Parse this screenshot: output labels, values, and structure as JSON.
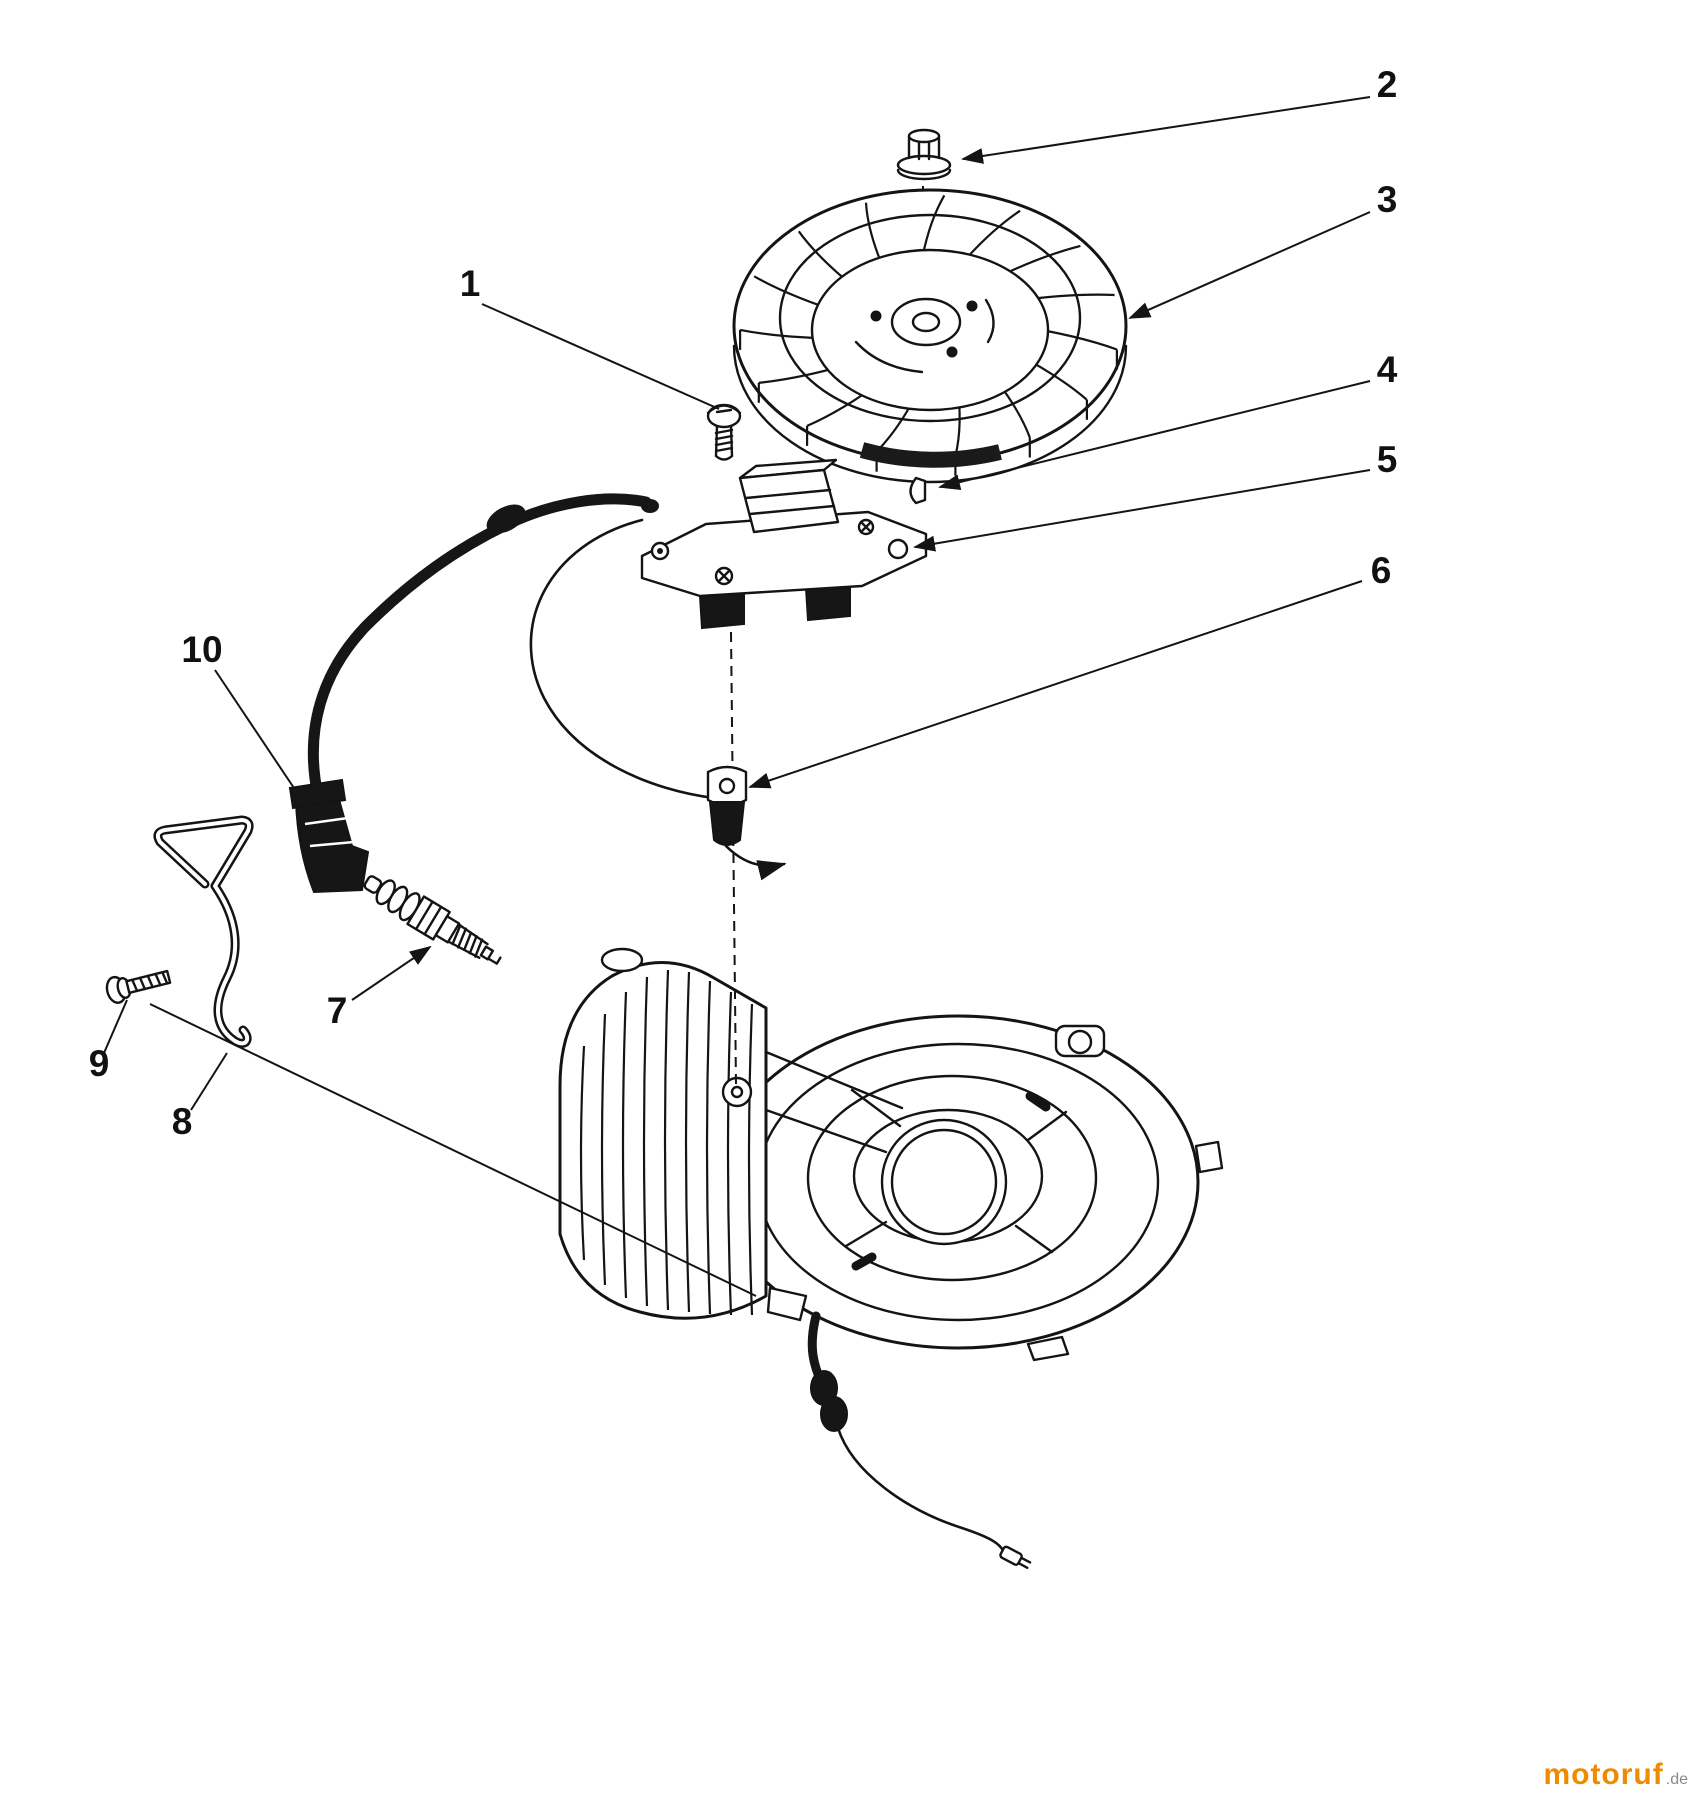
{
  "diagram": {
    "callouts": {
      "c1": "1",
      "c2": "2",
      "c3": "3",
      "c4": "4",
      "c5": "5",
      "c6": "6",
      "c7": "7",
      "c8": "8",
      "c9": "9",
      "c10": "10"
    }
  },
  "watermark": {
    "brand": "motoruf",
    "tld": ".de",
    "color": "#f08a00"
  }
}
